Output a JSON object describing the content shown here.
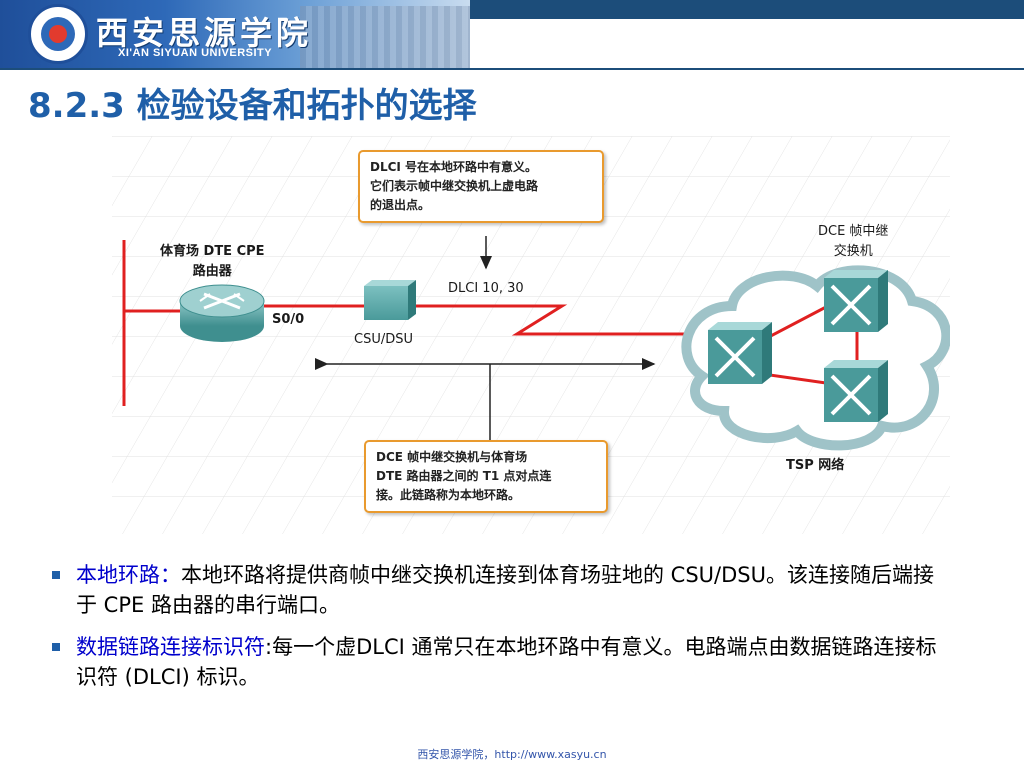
{
  "header": {
    "university_cn": "西安思源学院",
    "university_en": "XI'AN SIYUAN UNIVERSITY"
  },
  "slide": {
    "title": "8.2.3 检验设备和拓扑的选择"
  },
  "diagram": {
    "callout_top": [
      "DLCI 号在本地环路中有意义。",
      "它们表示帧中继交换机上虚电路",
      "的退出点。"
    ],
    "callout_bottom": [
      "DCE 帧中继交换机与体育场",
      "DTE 路由器之间的 T1 点对点连",
      "接。此链路称为本地环路。"
    ],
    "router_label": [
      "体育场 DTE CPE",
      "路由器"
    ],
    "interface_label": "S0/0",
    "csu_label": "CSU/DSU",
    "dlci_label": "DLCI 10, 30",
    "switch_label": [
      "DCE 帧中继",
      "交换机"
    ],
    "tsp_label": "TSP 网络",
    "colors": {
      "line": "#e02020",
      "callout_border": "#e99a2e",
      "cloud": "#9fc3c8",
      "device": "#3f8f8f"
    }
  },
  "bullets": [
    {
      "term": "本地环路：",
      "text": "本地环路将提供商帧中继交换机连接到体育场驻地的 CSU/DSU。该连接随后端接于 CPE 路由器的串行端口。"
    },
    {
      "term": "数据链路连接标识符",
      "text": ":每一个虚DLCI 通常只在本地环路中有意义。电路端点由数据链路连接标识符 (DLCI) 标识。"
    }
  ],
  "footer": {
    "text": "西安思源学院，http://www.xasyu.cn"
  }
}
